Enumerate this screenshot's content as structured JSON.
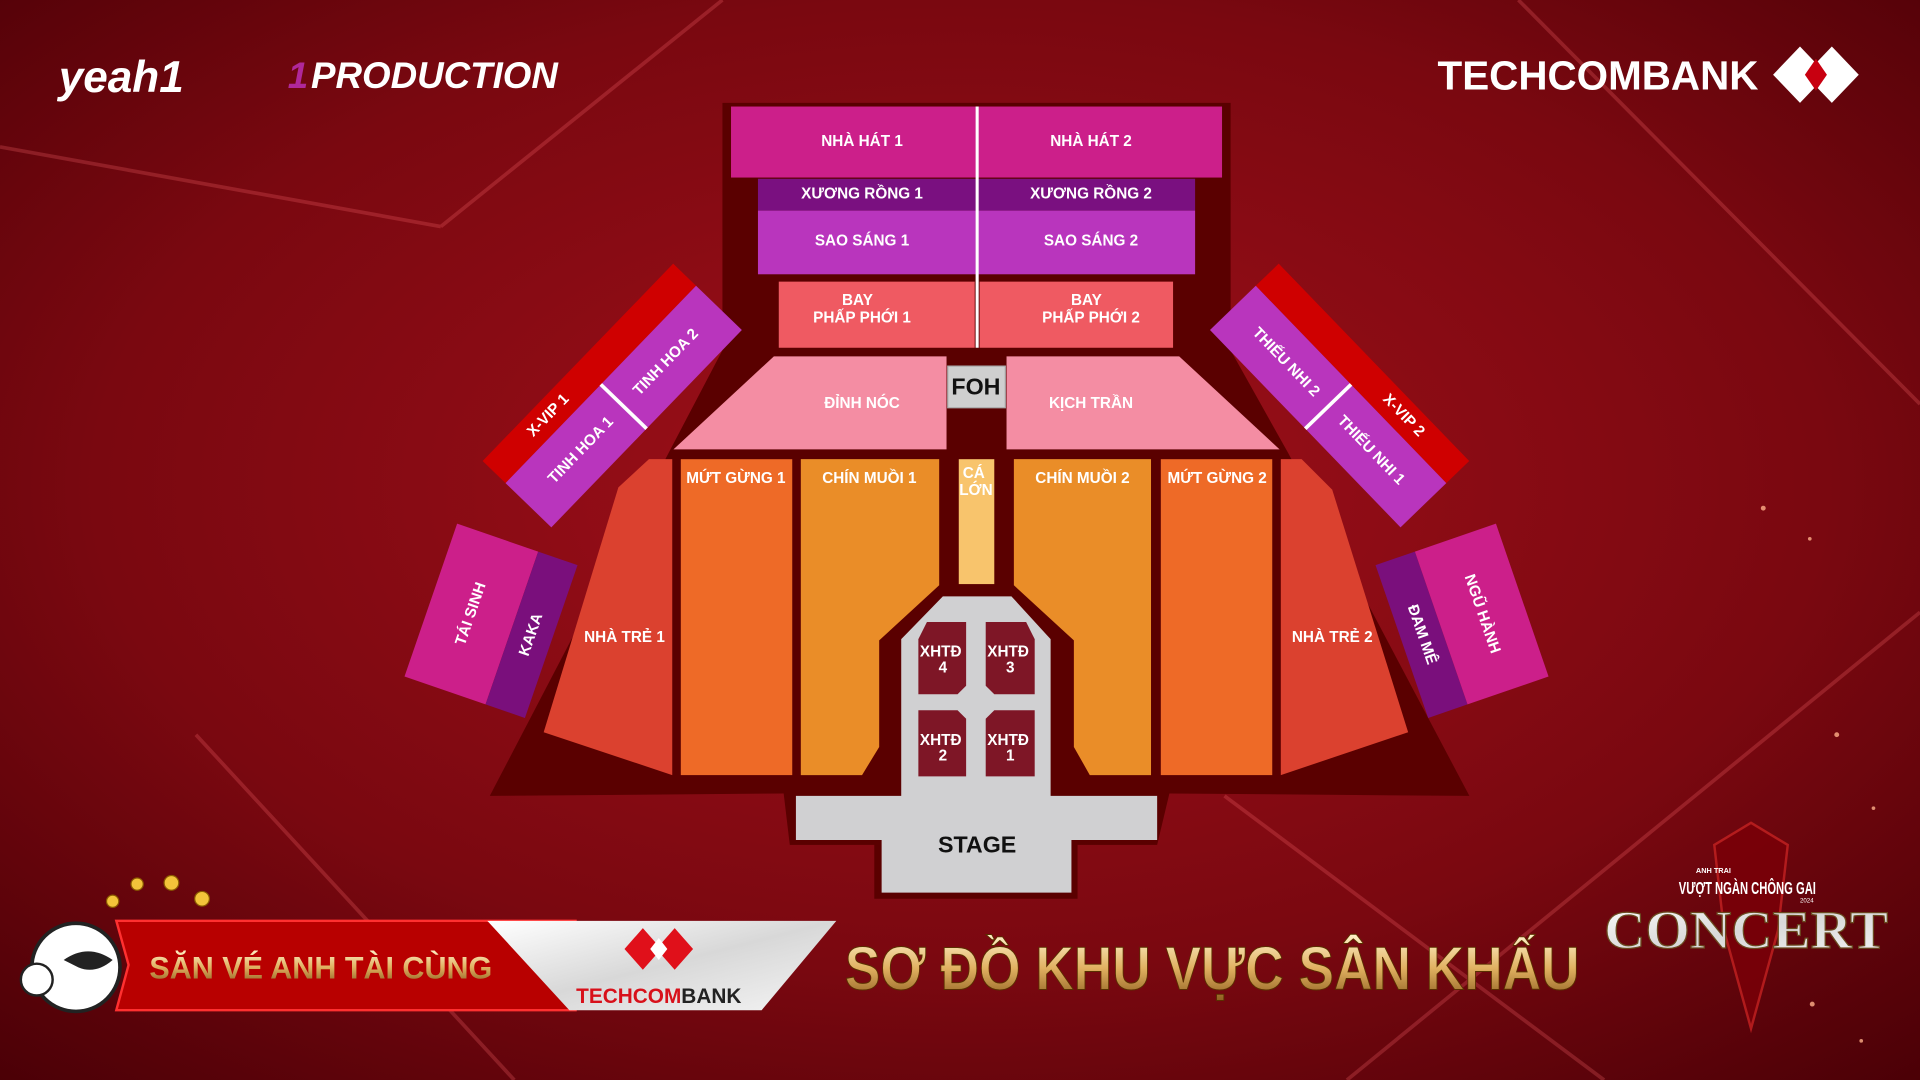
{
  "logos": {
    "yeah1": "yeah1",
    "production": "PRODUCTION",
    "production_mark": "1",
    "techcombank": "TECHCOMBANK"
  },
  "colors": {
    "background": "#8a0a12",
    "stadium_backdrop": "#5a0000",
    "nha_hat": "#cc1f8a",
    "xuong_rong": "#7a1080",
    "sao_sang": "#b935bd",
    "bay_phap_phoi": "#ef5a62",
    "pink_tier": "#f48da3",
    "nha_tre": "#db412f",
    "mut_gung": "#ee6a27",
    "chin_muoi": "#ea8d28",
    "ca_lon": "#f8c46c",
    "x_vip": "#cf0000",
    "xhtd": "#7e1626",
    "stage": "#d0d0d2",
    "title_gold": "#e8c27a"
  },
  "sections": {
    "nha_hat_1": "NHÀ HÁT 1",
    "nha_hat_2": "NHÀ HÁT 2",
    "xuong_rong_1": "XƯƠNG RỒNG 1",
    "xuong_rong_2": "XƯƠNG RỒNG 2",
    "sao_sang_1": "SAO SÁNG 1",
    "sao_sang_2": "SAO SÁNG 2",
    "bay_phap_phoi_1": [
      "BAY",
      "PHẤP PHỚI 1"
    ],
    "bay_phap_phoi_2": [
      "BAY",
      "PHẤP PHỚI 2"
    ],
    "dinh_noc": "ĐỈNH NÓC",
    "kich_tran": "KỊCH TRẦN",
    "foh": "FOH",
    "x_vip_1": "X-VIP 1",
    "x_vip_2": "X-VIP 2",
    "tinh_hoa_1": "TINH HOA 1",
    "tinh_hoa_2": "TINH HOA 2",
    "thieu_nhi_1": "THIẾU NHI 1",
    "thieu_nhi_2": "THIẾU NHI 2",
    "tai_sinh": "TÁI SINH",
    "kaka": "KAKA",
    "dam_me": "ĐAM MÊ",
    "ngu_hanh": "NGŨ HÀNH",
    "nha_tre_1": "NHÀ TRẺ 1",
    "nha_tre_2": "NHÀ TRẺ 2",
    "mut_gung_1": "MỨT GỪNG 1",
    "mut_gung_2": "MỨT GỪNG 2",
    "chin_muoi_1": "CHÍN MUỒI 1",
    "chin_muoi_2": "CHÍN MUỒI 2",
    "ca_lon": [
      "CÁ",
      "LỚN"
    ],
    "xhtd_1": [
      "XHTĐ",
      "1"
    ],
    "xhtd_2": [
      "XHTĐ",
      "2"
    ],
    "xhtd_3": [
      "XHTĐ",
      "3"
    ],
    "xhtd_4": [
      "XHTĐ",
      "4"
    ],
    "stage": "STAGE"
  },
  "banner": {
    "promo": "SĂN VÉ ANH TÀI CÙNG",
    "partner": "TECHCOMBANK",
    "partner_tech": "TECHCOM",
    "partner_bank": "BANK",
    "title": "SƠ ĐỒ KHU VỰC SÂN KHẤU"
  },
  "concert_logo": {
    "kicker": "ANH TRAI",
    "subtitle": "VƯỢT NGÀN CHÔNG GAI",
    "year": "2024",
    "word": "CONCERT"
  }
}
